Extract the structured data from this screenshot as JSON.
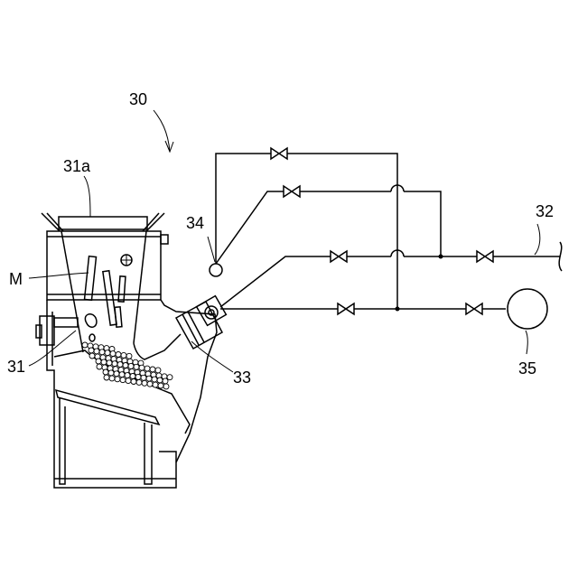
{
  "labels": {
    "device": "30",
    "hopper": "31a",
    "material": "M",
    "body": "31",
    "pipe": "32",
    "port": "33",
    "sensor": "34",
    "tank": "35"
  }
}
